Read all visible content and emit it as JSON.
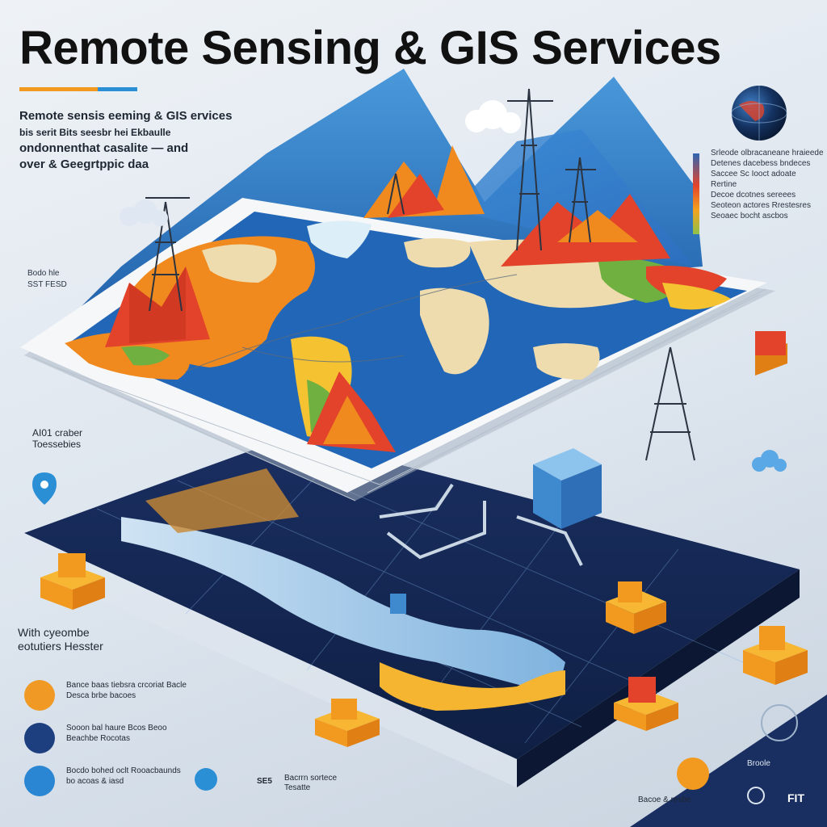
{
  "header": {
    "title": "Remote Sensing & GIS Services",
    "accent_colors": [
      "#f29a1f",
      "#f29a1f",
      "#2b8fd6"
    ]
  },
  "intro": {
    "line1": "Remote sensis eeming & GIS ervices",
    "line2": "bis serit  Bits seesbr hei Ekbaulle",
    "line3": "ondonnenthat casalite — and",
    "line4": "over & Geegrtppic daa"
  },
  "left_labels": {
    "a": "Bodo hle",
    "b": "SST FESD",
    "c": "AI01 craber",
    "d": "Toessebies",
    "e": "With cyeombe",
    "f": "eotutiers Hesster"
  },
  "legend": [
    {
      "color": "#f09a25",
      "l1": "Bance baas tiebsra crcoriat Bacle",
      "l2": "Desca brbe bacoes"
    },
    {
      "color": "#1d3f7f",
      "l1": "Sooon bal haure Bcos Beoo",
      "l2": "Beachbe Rocotas"
    },
    {
      "color": "#2a86d2",
      "l1": "Bocdo bohed oclt Rooacbaunds",
      "l2": "bo acoas & iasd"
    }
  ],
  "right_panel": {
    "l1": "Srleode olbracaneane hraieede",
    "l2": "Detenes dacebess bndeces",
    "l3": "Saccee Sc Iooct adoate",
    "l4": "Rertine",
    "l5": "Decoe dcotnes sereees",
    "l6": "Seoteon actores Rrestesres",
    "l7": "Seoaec bocht ascbos"
  },
  "bottom": {
    "badge_code": "SE5",
    "badge_text": "Bacrrn sortece  Tesatte",
    "label_rt": "Bacoe & resbe",
    "label_r2": "Broole",
    "label_r3": "FIT"
  },
  "colors": {
    "ocean": "#2266b7",
    "land_green": "#6fb040",
    "land_orange": "#f08a1f",
    "land_red": "#e2432a",
    "land_yellow": "#f5c232",
    "land_beige": "#efdcae",
    "navy": "#13254e",
    "sky_blue": "#2f7fd0"
  },
  "icons": [
    "globe-icon",
    "tower-icon",
    "map-pin-icon",
    "cloud-icon",
    "server-icon",
    "house-icon",
    "satellite-dish-icon"
  ]
}
